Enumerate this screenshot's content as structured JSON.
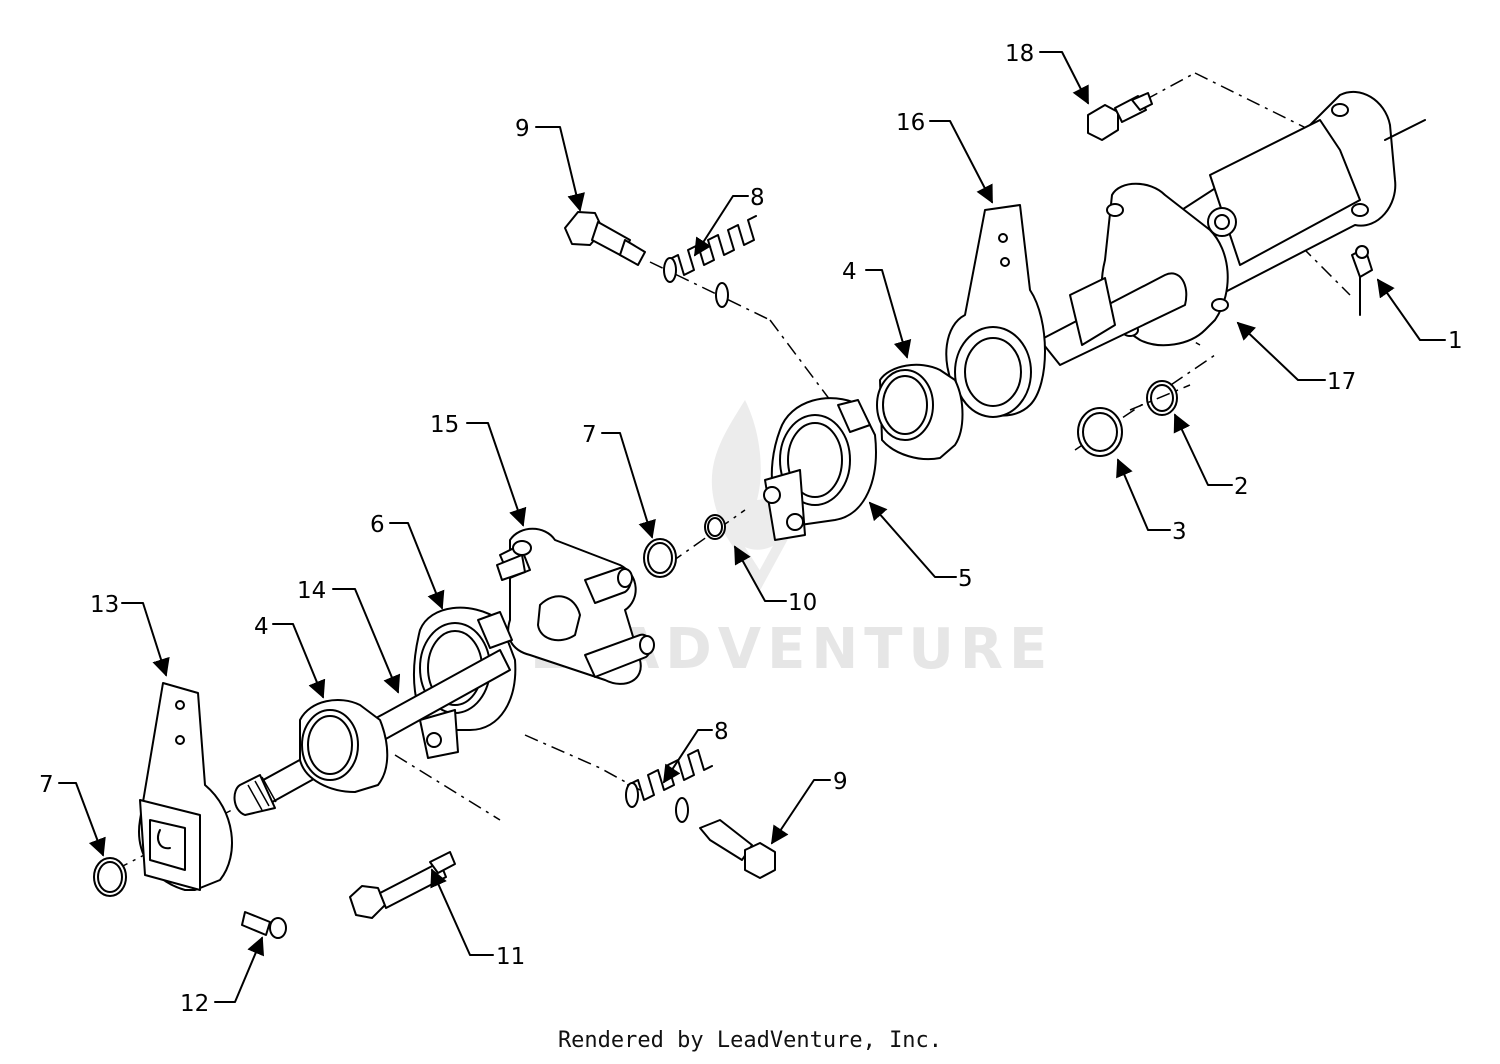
{
  "watermark": "LEADVENTURE",
  "footer": "Rendered by LeadVenture, Inc.",
  "callouts": [
    {
      "id": "c1",
      "label": "1"
    },
    {
      "id": "c2",
      "label": "2"
    },
    {
      "id": "c3",
      "label": "3"
    },
    {
      "id": "c4a",
      "label": "4"
    },
    {
      "id": "c4b",
      "label": "4"
    },
    {
      "id": "c5",
      "label": "5"
    },
    {
      "id": "c6",
      "label": "6"
    },
    {
      "id": "c7a",
      "label": "7"
    },
    {
      "id": "c7b",
      "label": "7"
    },
    {
      "id": "c8a",
      "label": "8"
    },
    {
      "id": "c8b",
      "label": "8"
    },
    {
      "id": "c9a",
      "label": "9"
    },
    {
      "id": "c9b",
      "label": "9"
    },
    {
      "id": "c10",
      "label": "10"
    },
    {
      "id": "c11",
      "label": "11"
    },
    {
      "id": "c12",
      "label": "12"
    },
    {
      "id": "c13",
      "label": "13"
    },
    {
      "id": "c14",
      "label": "14"
    },
    {
      "id": "c15",
      "label": "15"
    },
    {
      "id": "c16",
      "label": "16"
    },
    {
      "id": "c17",
      "label": "17"
    },
    {
      "id": "c18",
      "label": "18"
    }
  ]
}
